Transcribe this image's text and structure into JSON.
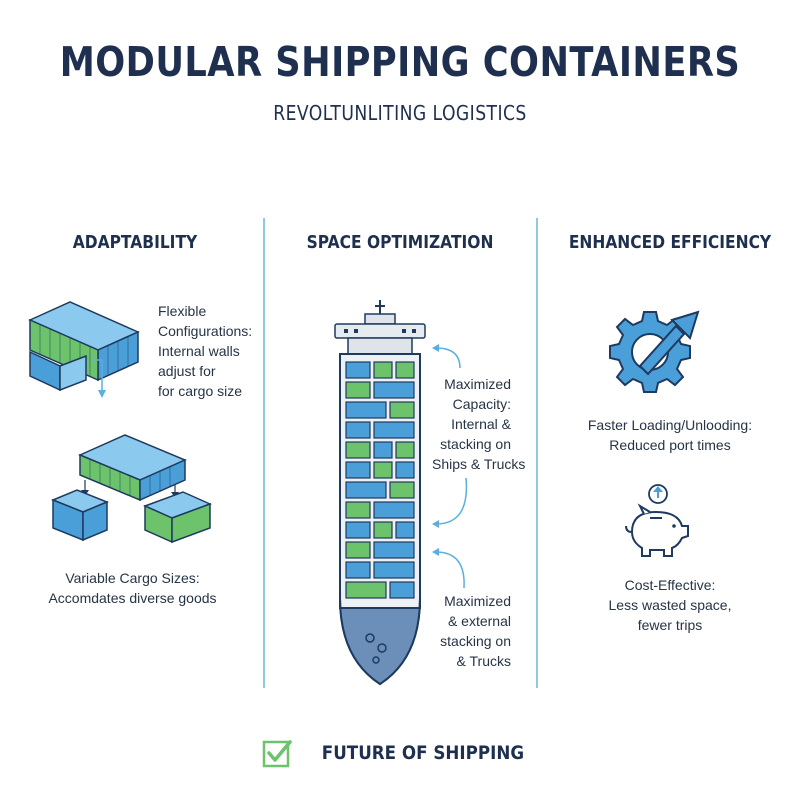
{
  "header": {
    "title": "MODULAR SHIPPING CONTAINERS",
    "subtitle": "REVOLTUNLITING LOGISTICS"
  },
  "columns": {
    "adaptability": {
      "heading": "ADAPTABILITY",
      "flexible": [
        "Flexible",
        "Configurations:",
        "Internal walls",
        "adjust for",
        "for cargo size"
      ],
      "variable": [
        "Variable Cargo Sizes:",
        "Accomdates diverse goods"
      ]
    },
    "space": {
      "heading": "SPACE OPTIMIZATION",
      "capacity_top": [
        "Maximized",
        "Capacity:",
        "Internal &",
        "stacking on",
        "Ships & Trucks"
      ],
      "capacity_bottom": [
        "Maximized",
        "& external",
        "stacking on",
        "& Trucks"
      ]
    },
    "efficiency": {
      "heading": "ENHANCED EFFICIENCY",
      "loading": [
        "Faster Loading/Unlooding:",
        "Reduced port times"
      ],
      "cost": [
        "Cost-Effective:",
        "Less wasted space,",
        "fewer trips"
      ]
    }
  },
  "footer": {
    "label": "FUTURE OF SHIPPING"
  },
  "colors": {
    "navy": "#1e2f4f",
    "blue": "#4a9fd8",
    "green": "#6cc36c",
    "divider": "#8ecae6",
    "arrow": "#5aaee0"
  },
  "icons": [
    "container-icon",
    "cargo-ship-icon",
    "gear-arrow-icon",
    "piggy-bank-icon",
    "check-icon"
  ]
}
